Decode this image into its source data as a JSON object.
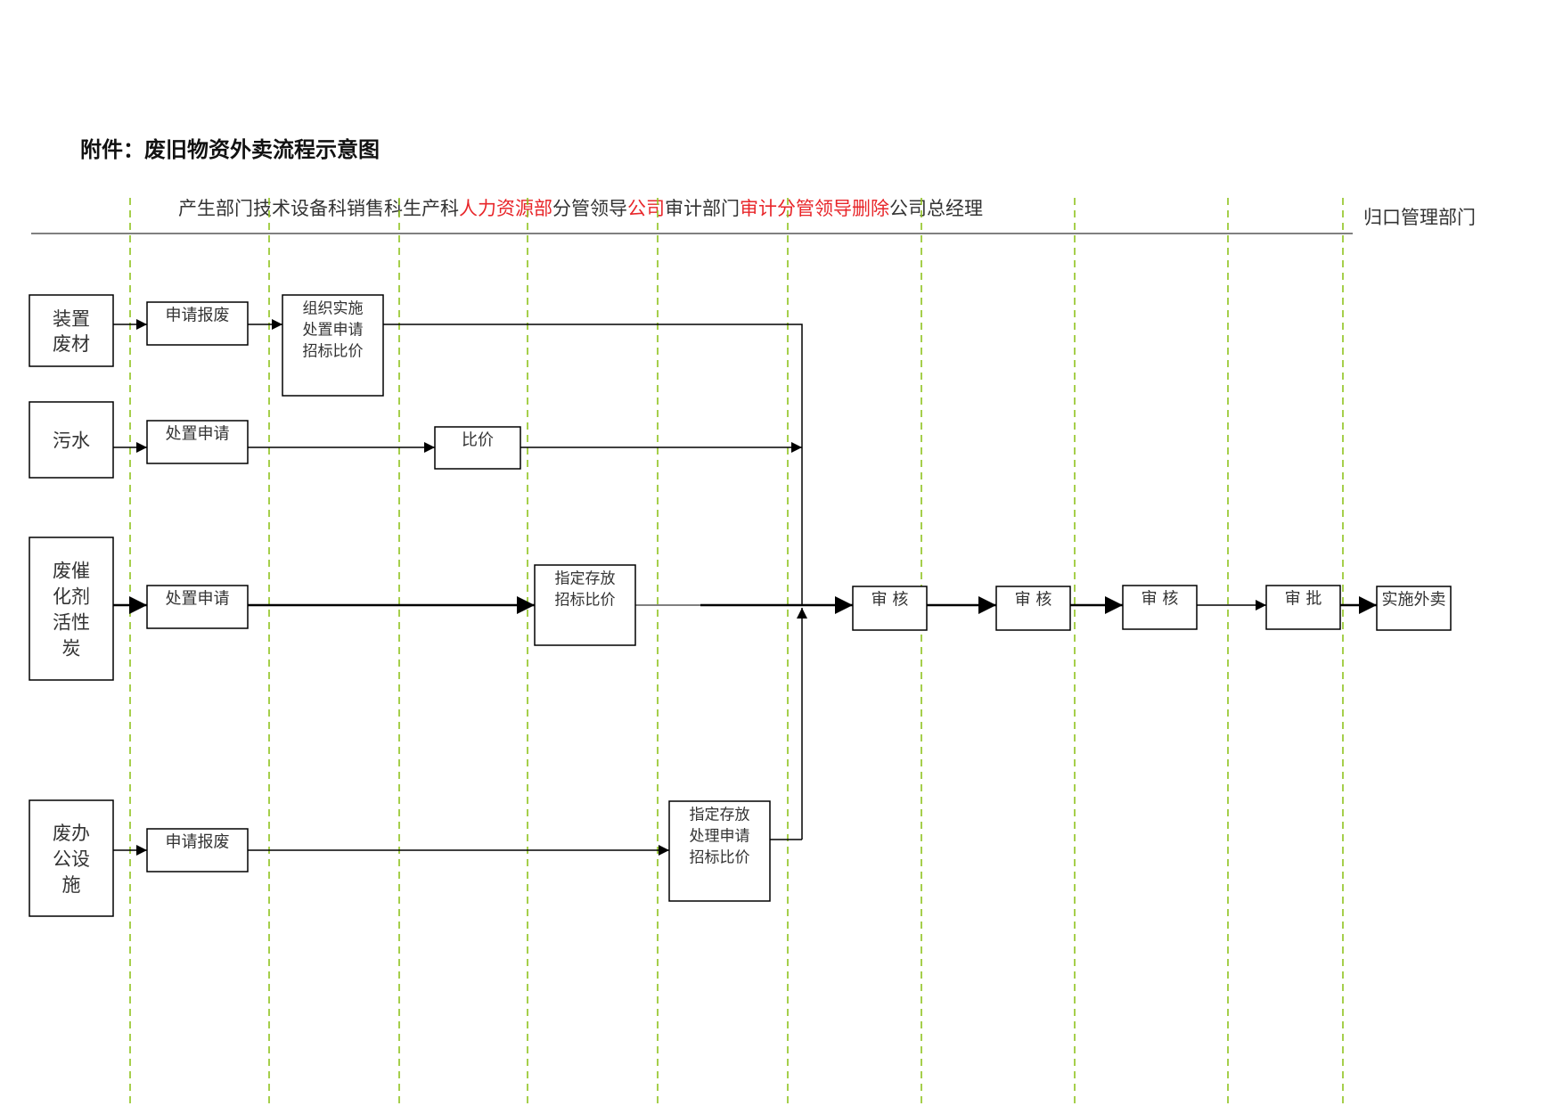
{
  "title": "附件：废旧物资外卖流程示意图",
  "header": {
    "segments": [
      {
        "text": "产生部门技术设备科销售科生产科",
        "red": false
      },
      {
        "text": "人力资源部",
        "red": true
      },
      {
        "text": "分管领导",
        "red": false
      },
      {
        "text": "公司",
        "red": true
      },
      {
        "text": "审计部门",
        "red": false
      },
      {
        "text": "审计分管领导删除",
        "red": true
      },
      {
        "text": "公司总经理",
        "red": false
      }
    ],
    "side_label": "归口管理部门"
  },
  "colors": {
    "lane_line": "#8fc31f",
    "highlight_text": "#e8262a",
    "stroke": "#000000"
  },
  "nodes": {
    "source_1": {
      "lines": [
        "装置",
        "废材"
      ]
    },
    "source_2": {
      "lines": [
        "污水"
      ]
    },
    "source_3": {
      "lines": [
        "废催",
        "化剂",
        "活性",
        "炭"
      ]
    },
    "source_4": {
      "lines": [
        "废办",
        "公设",
        "施"
      ]
    },
    "apply_1": {
      "lines": [
        "申请报废"
      ]
    },
    "apply_2": {
      "lines": [
        "处置申请"
      ]
    },
    "apply_3": {
      "lines": [
        "处置申请"
      ]
    },
    "apply_4": {
      "lines": [
        "申请报废"
      ]
    },
    "organize_1": {
      "lines": [
        "组织实施",
        "处置申请",
        "招标比价"
      ]
    },
    "compare_2": {
      "lines": [
        "比价"
      ]
    },
    "designate_3": {
      "lines": [
        "指定存放",
        "招标比价"
      ]
    },
    "designate_4": {
      "lines": [
        "指定存放",
        "处理申请",
        "招标比价"
      ]
    },
    "review_1": {
      "lines": [
        "审 核"
      ]
    },
    "review_2": {
      "lines": [
        "审 核"
      ]
    },
    "review_3": {
      "lines": [
        "审 核"
      ]
    },
    "approve": {
      "lines": [
        "审 批"
      ]
    },
    "execute": {
      "lines": [
        "实施外卖"
      ]
    }
  }
}
